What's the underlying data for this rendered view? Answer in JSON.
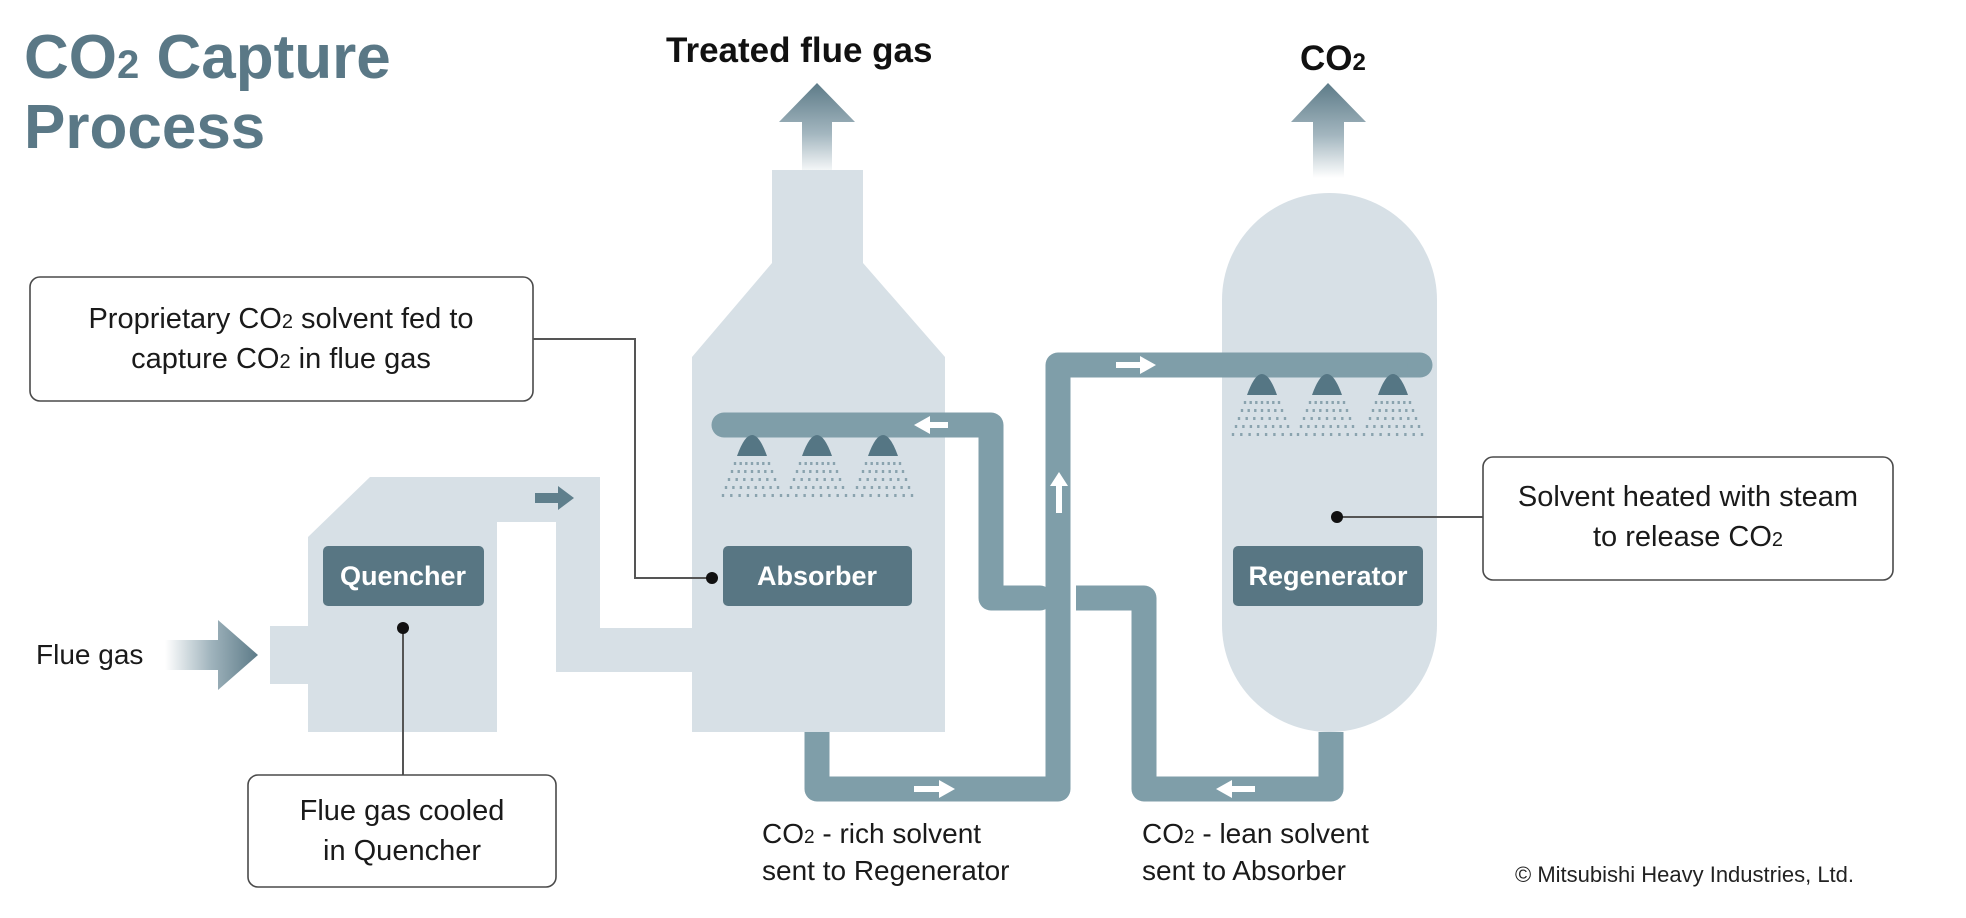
{
  "title": {
    "line1_main": "CO",
    "line1_sub": "2",
    "line1_rest": " Capture",
    "line2": "Process"
  },
  "outlets": {
    "treated_flue_gas": "Treated flue gas",
    "co2_main": "CO",
    "co2_sub": "2"
  },
  "inlet": {
    "flue_gas": "Flue gas"
  },
  "equipment": {
    "quencher": "Quencher",
    "absorber": "Absorber",
    "regenerator": "Regenerator"
  },
  "callouts": {
    "solvent_fed": {
      "line1_a": "Proprietary CO",
      "line1_sub": "2",
      "line1_b": " solvent fed to",
      "line2_a": "capture CO",
      "line2_sub": "2",
      "line2_b": " in flue gas"
    },
    "quencher_cooled": {
      "line1": "Flue gas cooled",
      "line2": "in Quencher"
    },
    "solvent_heated": {
      "line1": "Solvent heated with steam",
      "line2_a": "to release CO",
      "line2_sub": "2"
    }
  },
  "flows": {
    "rich": {
      "line1_a": "CO",
      "line1_sub": "2",
      "line1_b": " - rich solvent",
      "line2": "sent to Regenerator"
    },
    "lean": {
      "line1_a": "CO",
      "line1_sub": "2",
      "line1_b": " - lean solvent",
      "line2": "sent to Absorber"
    }
  },
  "copyright": "© Mitsubishi Heavy Industries, Ltd.",
  "icons": {
    "outlet_arrow": "up-arrow-icon",
    "inlet_arrow": "right-arrow-icon",
    "spray_nozzle": "spray-nozzle-icon",
    "flow_direction": "flow-arrow-icon"
  },
  "colors": {
    "title": "#5a7886",
    "vessel": "#d7e0e6",
    "pipe": "#7f9ea9",
    "tag": "#587683"
  }
}
